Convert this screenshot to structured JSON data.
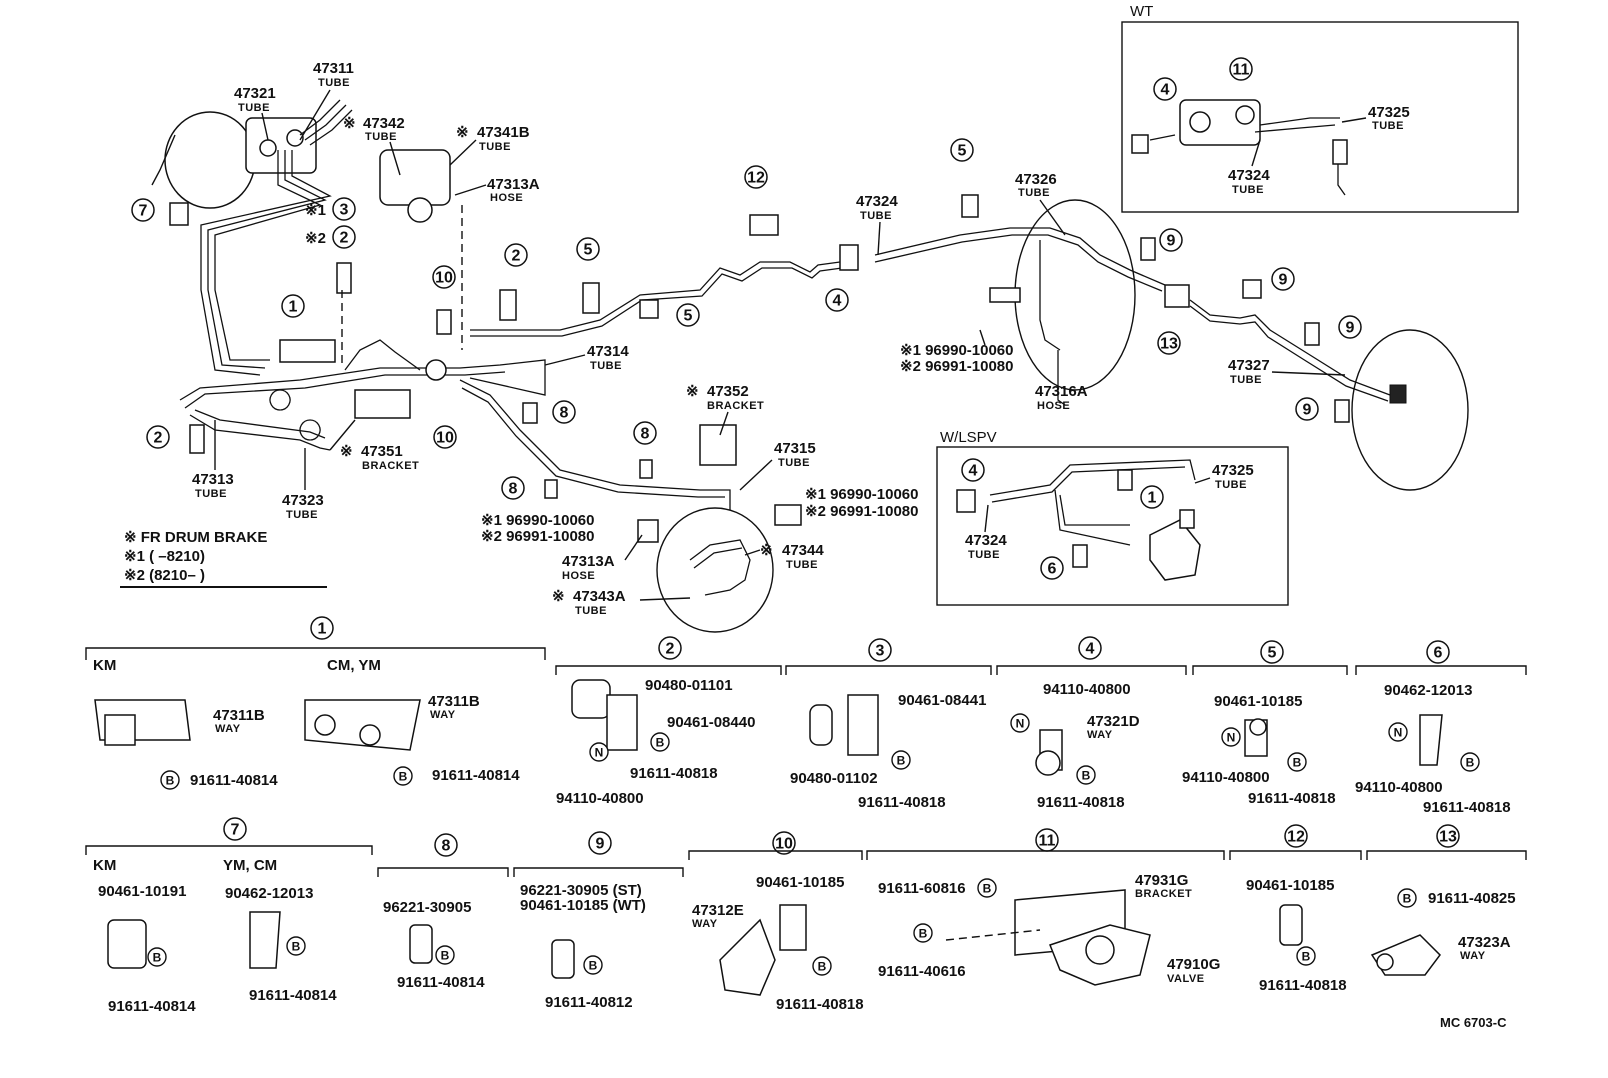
{
  "callouts": {
    "p47311": {
      "pn": "47311",
      "sub": "TUBE"
    },
    "p47321": {
      "pn": "47321",
      "sub": "TUBE"
    },
    "p47342": {
      "mark": "※",
      "pn": "47342",
      "sub": "TUBE"
    },
    "p47341B": {
      "mark": "※",
      "pn": "47341B",
      "sub": "TUBE"
    },
    "p47313A_top": {
      "pn": "47313A",
      "sub": "HOSE"
    },
    "p47324_mid": {
      "pn": "47324",
      "sub": "TUBE"
    },
    "p47326": {
      "pn": "47326",
      "sub": "TUBE"
    },
    "p47314": {
      "pn": "47314",
      "sub": "TUBE"
    },
    "p47352": {
      "mark": "※",
      "pn": "47352",
      "sub": "BRACKET"
    },
    "p47315": {
      "pn": "47315",
      "sub": "TUBE"
    },
    "p47351": {
      "mark": "※",
      "pn": "47351",
      "sub": "BRACKET"
    },
    "p47313": {
      "pn": "47313",
      "sub": "TUBE"
    },
    "p47323": {
      "pn": "47323",
      "sub": "TUBE"
    },
    "p47316A": {
      "pn": "47316A",
      "sub": "HOSE"
    },
    "p47327": {
      "pn": "47327",
      "sub": "TUBE"
    },
    "p47344": {
      "mark": "※",
      "pn": "47344",
      "sub": "TUBE"
    },
    "p47313A_low": {
      "pn": "47313A",
      "sub": "HOSE"
    },
    "p47343A": {
      "mark": "※",
      "pn": "47343A",
      "sub": "TUBE"
    },
    "p47325_wt": {
      "pn": "47325",
      "sub": "TUBE"
    },
    "p47324_wt": {
      "pn": "47324",
      "sub": "TUBE"
    },
    "p47325_lspv": {
      "pn": "47325",
      "sub": "TUBE"
    },
    "p47324_lspv": {
      "pn": "47324",
      "sub": "TUBE"
    }
  },
  "mark_labels": {
    "m1_3": "※1",
    "m2_2": "※2",
    "hoseA1": "※1 96990-10060",
    "hoseA2": "※2 96991-10080",
    "hoseB1": "※1 96990-10060",
    "hoseB2": "※2 96991-10080",
    "hoseC1": "※1 96990-10060",
    "hoseC2": "※2 96991-10080"
  },
  "legend": {
    "line1": "※  FR DRUM BRAKE",
    "line2": "※1 (         –8210)",
    "line3": "※2 (8210–           )"
  },
  "insets": {
    "wt": "WT",
    "lspv": "W/LSPV"
  },
  "footer": "MC 6703-C",
  "details": {
    "d1": {
      "num": "1",
      "left_hdr": "KM",
      "right_hdr": "CM, YM",
      "left_pn": "47311B",
      "left_sub": "WAY",
      "right_pn": "47311B",
      "right_sub": "WAY",
      "left_b": "91611-40814",
      "right_b": "91611-40814"
    },
    "d2": {
      "num": "2",
      "a": "90480-01101",
      "b": "90461-08440",
      "c": "91611-40818",
      "d": "94110-40800"
    },
    "d3": {
      "num": "3",
      "a": "90461-08441",
      "b": "90480-01102",
      "c": "91611-40818"
    },
    "d4": {
      "num": "4",
      "a": "94110-40800",
      "pn": "47321D",
      "sub": "WAY",
      "c": "91611-40818"
    },
    "d5": {
      "num": "5",
      "a": "90461-10185",
      "b": "94110-40800",
      "c": "91611-40818"
    },
    "d6": {
      "num": "6",
      "a": "90462-12013",
      "b": "94110-40800",
      "c": "91611-40818"
    },
    "d7": {
      "num": "7",
      "left_hdr": "KM",
      "right_hdr": "YM, CM",
      "a": "90461-10191",
      "b": "91611-40814",
      "c": "90462-12013",
      "d": "91611-40814"
    },
    "d8": {
      "num": "8",
      "a": "96221-30905",
      "b": "91611-40814"
    },
    "d9": {
      "num": "9",
      "a": "96221-30905 (ST)",
      "b": "90461-10185 (WT)",
      "c": "91611-40812"
    },
    "d10": {
      "num": "10",
      "a": "90461-10185",
      "pn": "47312E",
      "sub": "WAY",
      "c": "91611-40818"
    },
    "d11": {
      "num": "11",
      "a": "91611-60816",
      "b": "91611-40616",
      "pn1": "47931G",
      "sub1": "BRACKET",
      "pn2": "47910G",
      "sub2": "VALVE"
    },
    "d12": {
      "num": "12",
      "a": "90461-10185",
      "b": "91611-40818"
    },
    "d13": {
      "num": "13",
      "a": "91611-40825",
      "pn": "47323A",
      "sub": "WAY"
    }
  },
  "circle_glyphs": {
    "b": "B",
    "n": "N"
  },
  "circle_numbers": [
    "1",
    "2",
    "3",
    "4",
    "5",
    "6",
    "7",
    "8",
    "9",
    "10",
    "11",
    "12",
    "13"
  ]
}
